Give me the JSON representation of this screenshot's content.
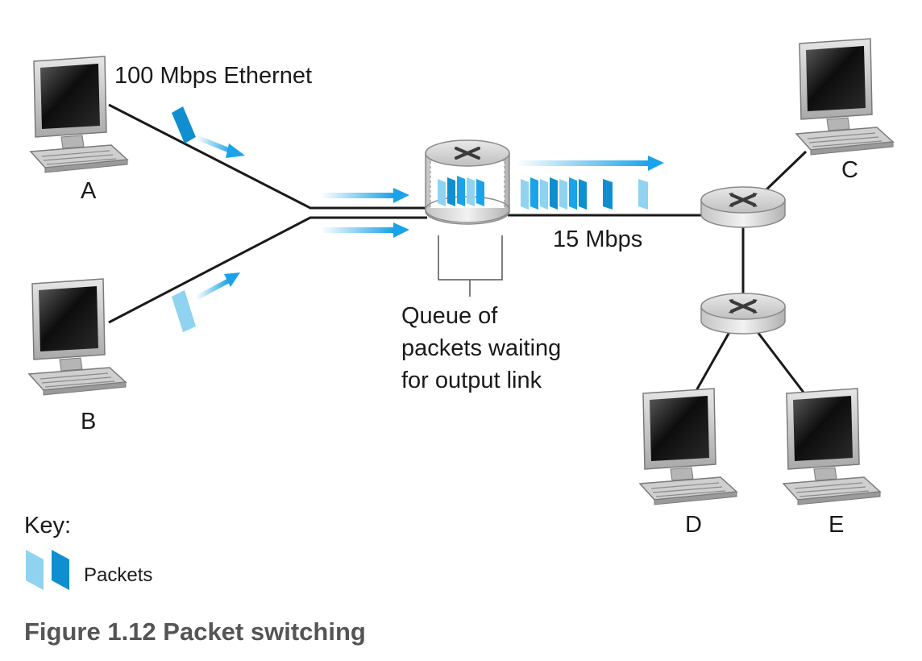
{
  "diagram": {
    "link_labels": {
      "ethernet": "100 Mbps Ethernet",
      "output_link": "15 Mbps"
    },
    "hosts": {
      "a": "A",
      "b": "B",
      "c": "C",
      "d": "D",
      "e": "E"
    },
    "queue_label": {
      "line1": "Queue of",
      "line2": "packets waiting",
      "line3": "for output link"
    },
    "key": {
      "title": "Key:",
      "packets_label": "Packets"
    }
  },
  "caption": "Figure 1.12 Packet switching",
  "colors": {
    "packet_light": "#8fd3f0",
    "packet_dark": "#0f8fcf",
    "arrow": "#1aa3e8",
    "link": "#1a1a1a"
  }
}
